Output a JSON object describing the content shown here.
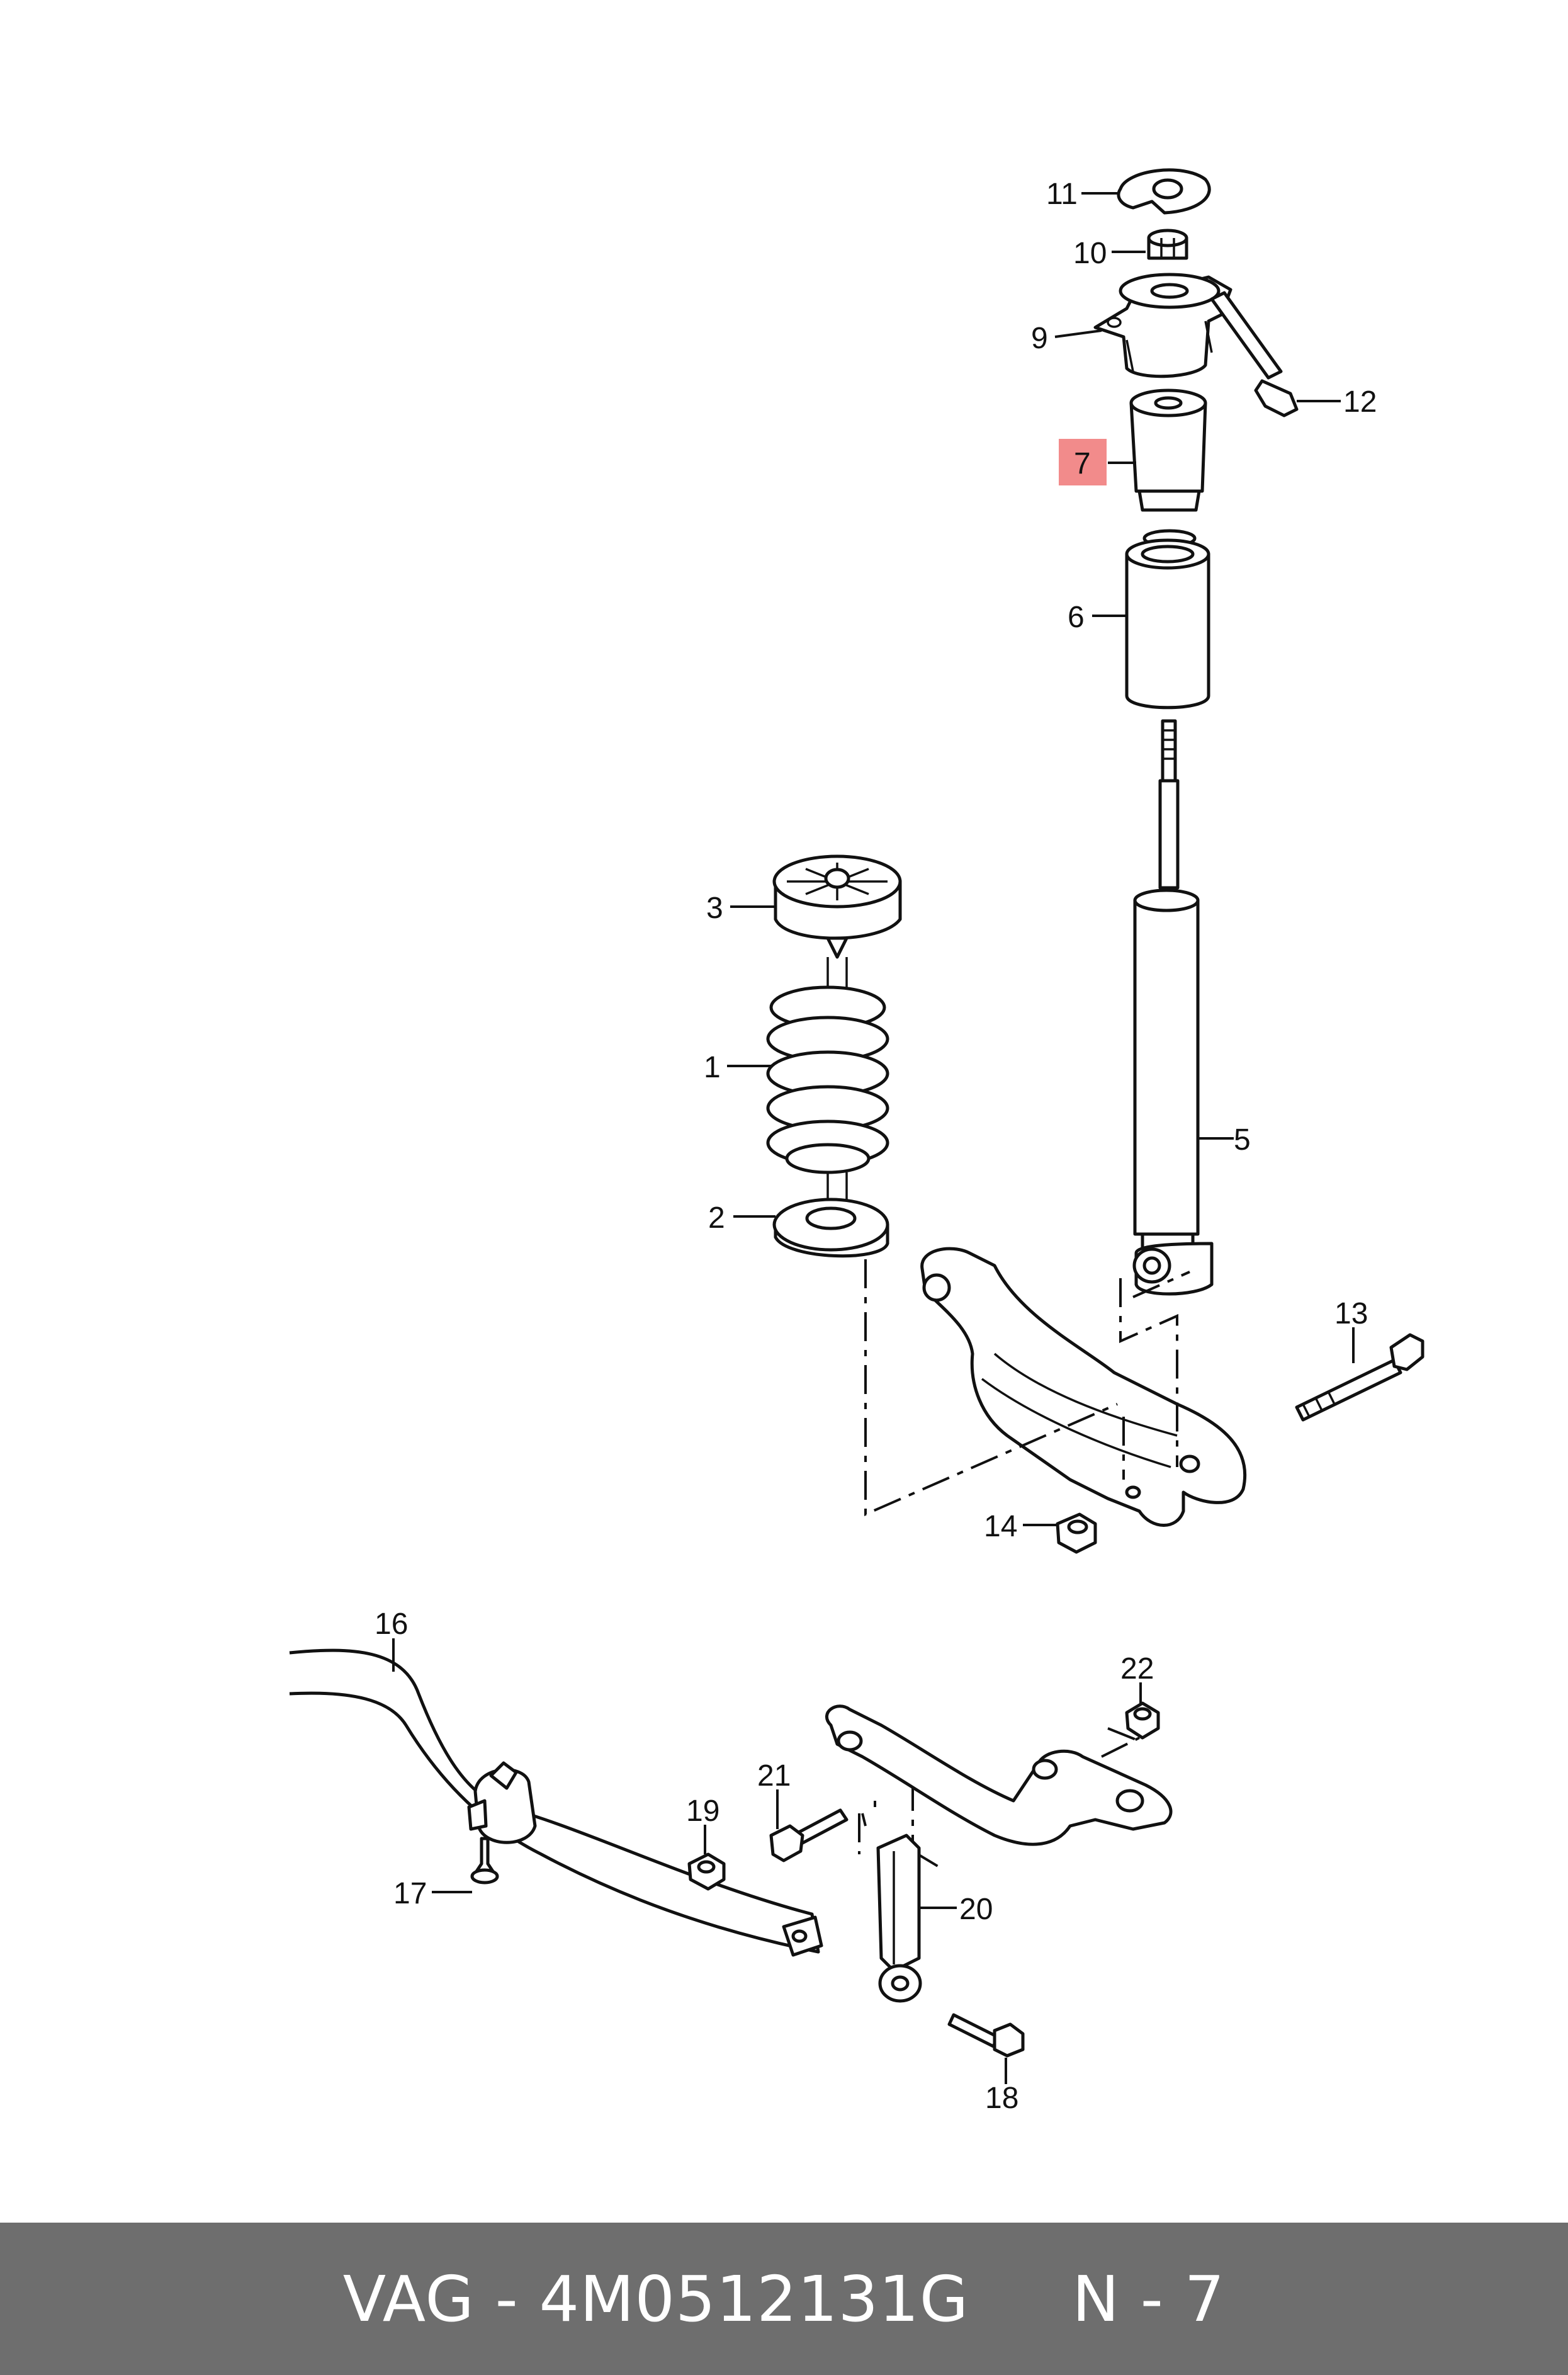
{
  "parts": {
    "p1": "1",
    "p2": "2",
    "p3": "3",
    "p5": "5",
    "p6": "6",
    "p7": "7",
    "p9": "9",
    "p10": "10",
    "p11": "11",
    "p12": "12",
    "p13": "13",
    "p14": "14",
    "p16": "16",
    "p17": "17",
    "p18": "18",
    "p19": "19",
    "p20": "20",
    "p21": "21",
    "p22": "22"
  },
  "highlight_color": "#f28b8b",
  "footer": {
    "text": "VAG - 4M0512131G     N - 7",
    "background": "#6e6e6e",
    "color": "#ffffff"
  }
}
